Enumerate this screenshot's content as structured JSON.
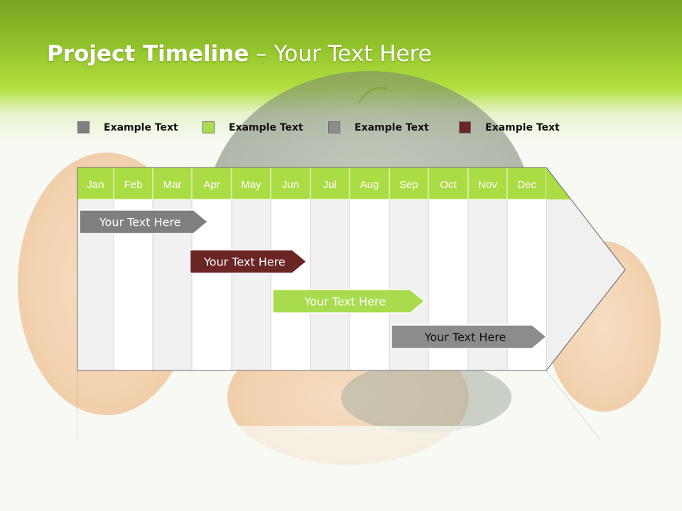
{
  "header": {
    "title_bold": "Project Timeline",
    "title_rest": " – Your Text Here"
  },
  "legend": [
    {
      "label": "Example Text",
      "color": "#7f7f7f"
    },
    {
      "label": "Example Text",
      "color": "#a8dc4e"
    },
    {
      "label": "Example Text",
      "color": "#8c8c8c"
    },
    {
      "label": "Example Text",
      "color": "#6b2525"
    }
  ],
  "timeline": {
    "months": [
      "Jan",
      "Feb",
      "Mar",
      "Apr",
      "May",
      "Jun",
      "Jul",
      "Aug",
      "Sep",
      "Oct",
      "Nov",
      "Dec"
    ],
    "header_color": "#aadd44",
    "tasks": [
      {
        "label": "Your  Text Here",
        "start_month": 1,
        "end_month": 4.4,
        "color": "#7f7f7f",
        "text_color": "#ffffff"
      },
      {
        "label": "Your  Text Here",
        "start_month": 3.9,
        "end_month": 6.9,
        "color": "#6b2525",
        "text_color": "#ffffff"
      },
      {
        "label": "Your  Text Here",
        "start_month": 6.0,
        "end_month": 9.9,
        "color": "#a8dc4e",
        "text_color": "#ffffff"
      },
      {
        "label": "Your  Text Here",
        "start_month": 9.0,
        "end_month": 13.0,
        "color": "#8c8c8c",
        "text_color": "#111111"
      }
    ]
  }
}
